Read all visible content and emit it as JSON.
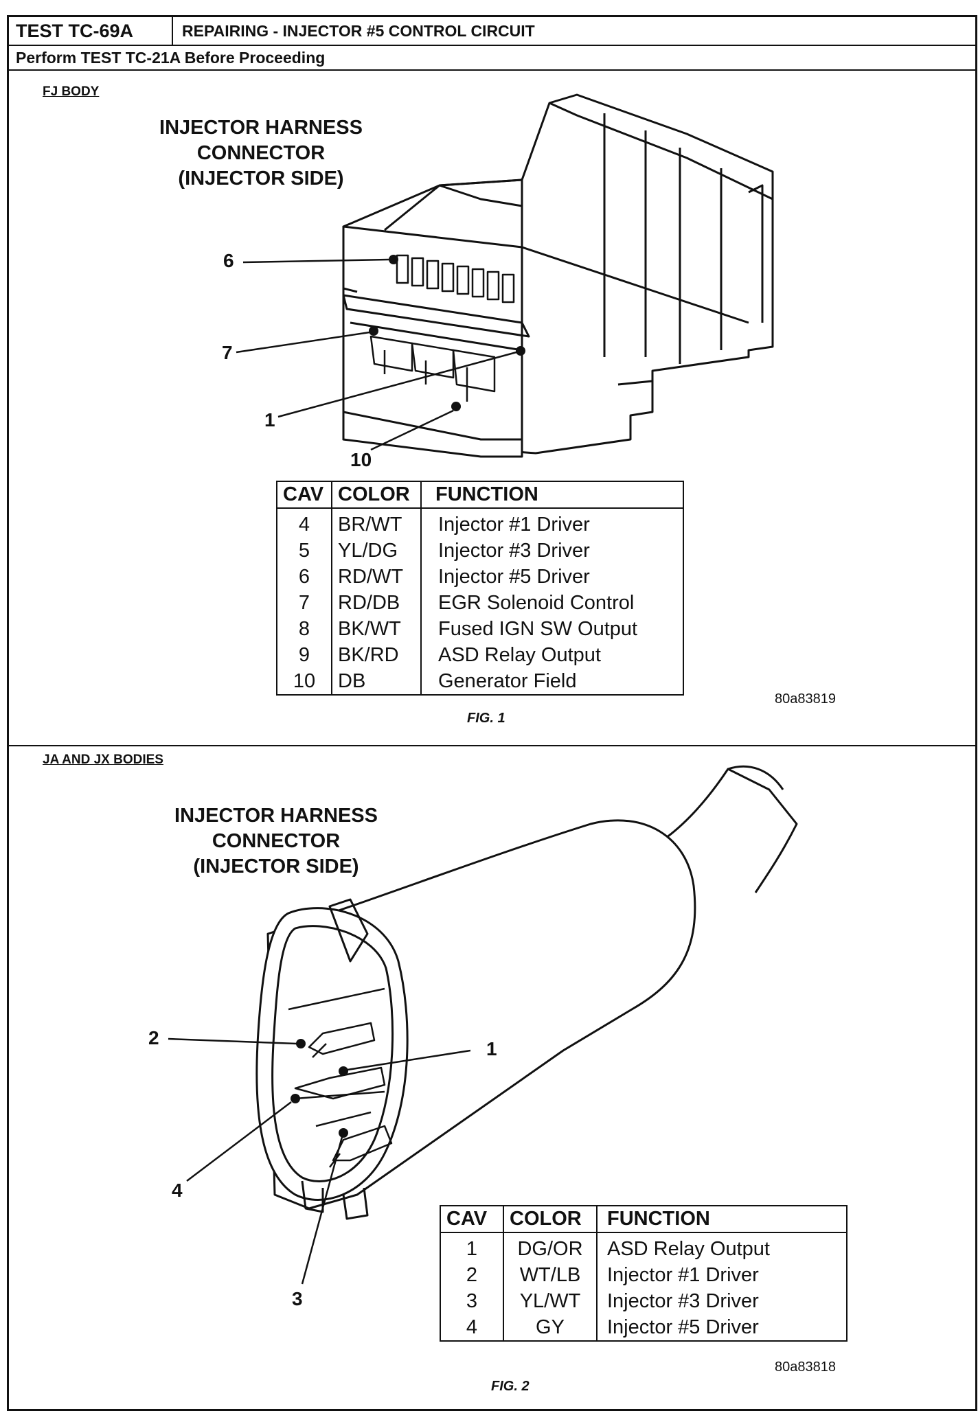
{
  "header": {
    "test_id": "TEST TC-69A",
    "title": "REPAIRING - INJECTOR #5 CONTROL CIRCUIT",
    "prerequisite": "Perform TEST TC-21A Before Proceeding"
  },
  "fig1": {
    "section_label": "FJ BODY",
    "caption": "INJECTOR HARNESS\nCONNECTOR\n(INJECTOR SIDE)",
    "callouts": [
      "6",
      "7",
      "1",
      "10"
    ],
    "table": {
      "headers": [
        "CAV",
        "COLOR",
        "FUNCTION"
      ],
      "rows": [
        [
          "4",
          "BR/WT",
          "Injector #1 Driver"
        ],
        [
          "5",
          "YL/DG",
          "Injector #3 Driver"
        ],
        [
          "6",
          "RD/WT",
          "Injector #5 Driver"
        ],
        [
          "7",
          "RD/DB",
          "EGR Solenoid Control"
        ],
        [
          "8",
          "BK/WT",
          "Fused IGN SW Output"
        ],
        [
          "9",
          "BK/RD",
          "ASD Relay Output"
        ],
        [
          "10",
          "DB",
          "Generator Field"
        ]
      ]
    },
    "image_id": "80a83819",
    "fig_label": "FIG. 1"
  },
  "fig2": {
    "section_label": "JA AND JX BODIES",
    "caption": "INJECTOR HARNESS\nCONNECTOR\n(INJECTOR SIDE)",
    "callouts": [
      "2",
      "1",
      "4",
      "3"
    ],
    "table": {
      "headers": [
        "CAV",
        "COLOR",
        "FUNCTION"
      ],
      "rows": [
        [
          "1",
          "DG/OR",
          "ASD Relay Output"
        ],
        [
          "2",
          "WT/LB",
          "Injector #1 Driver"
        ],
        [
          "3",
          "YL/WT",
          "Injector #3 Driver"
        ],
        [
          "4",
          "GY",
          "Injector #5 Driver"
        ]
      ]
    },
    "image_id": "80a83818",
    "fig_label": "FIG. 2"
  }
}
